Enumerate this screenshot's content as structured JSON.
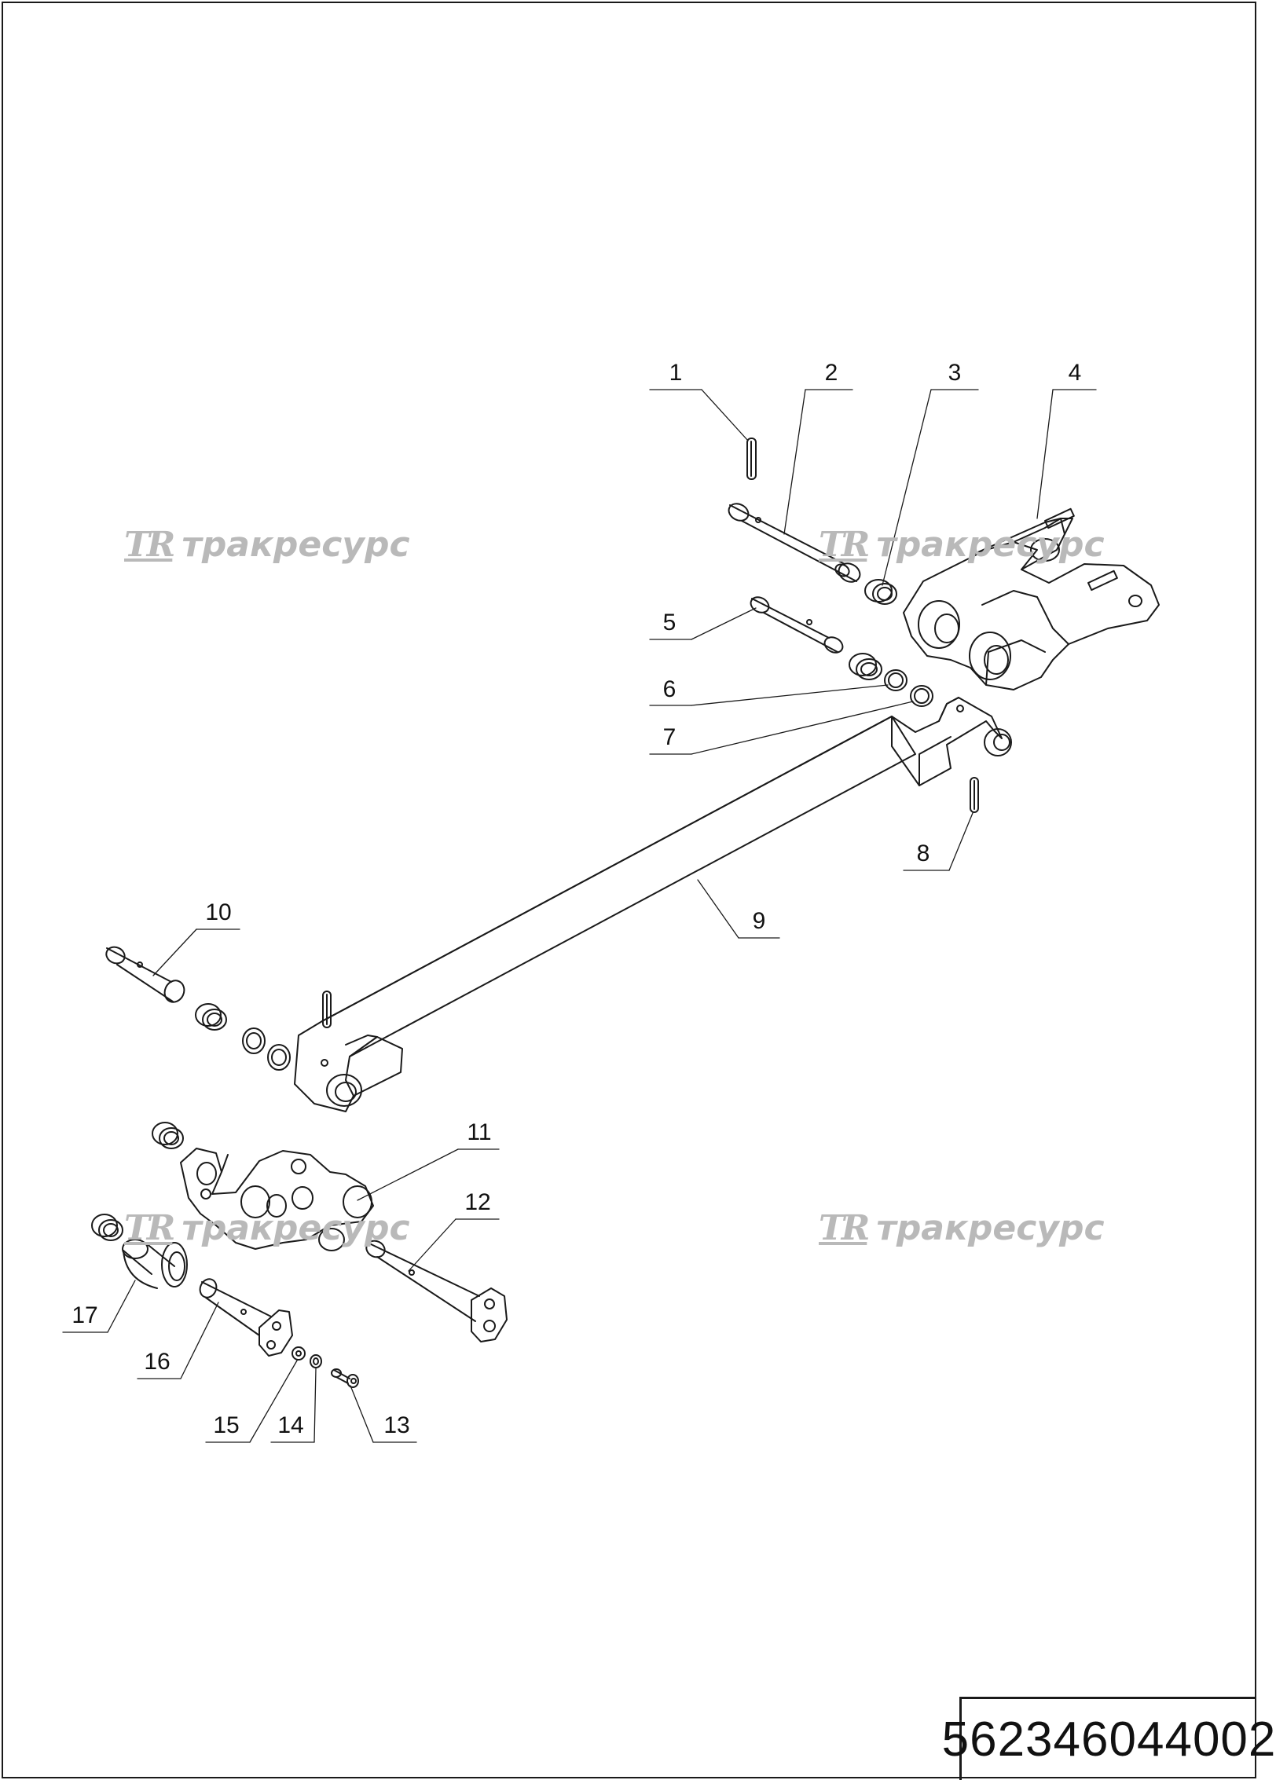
{
  "document_code": "562346044002",
  "watermark": {
    "logo": "TR",
    "brand": "тракресурс"
  },
  "parts": [
    {
      "number": "1"
    },
    {
      "number": "2"
    },
    {
      "number": "3"
    },
    {
      "number": "4"
    },
    {
      "number": "5"
    },
    {
      "number": "6"
    },
    {
      "number": "7"
    },
    {
      "number": "8"
    },
    {
      "number": "9"
    },
    {
      "number": "10"
    },
    {
      "number": "11"
    },
    {
      "number": "12"
    },
    {
      "number": "13"
    },
    {
      "number": "14"
    },
    {
      "number": "15"
    },
    {
      "number": "16"
    },
    {
      "number": "17"
    }
  ]
}
